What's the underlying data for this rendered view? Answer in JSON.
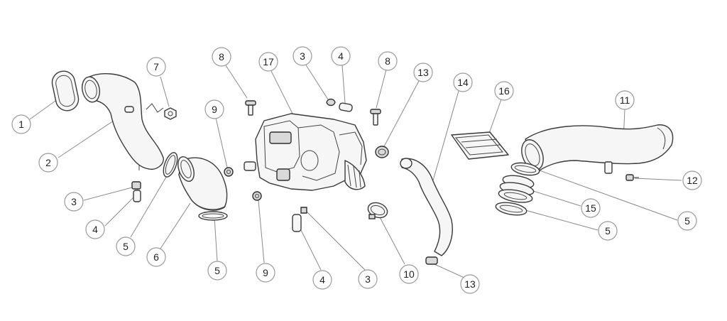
{
  "callouts": [
    {
      "id": "c1",
      "label": "1"
    },
    {
      "id": "c2",
      "label": "2"
    },
    {
      "id": "c3a",
      "label": "3"
    },
    {
      "id": "c4a",
      "label": "4"
    },
    {
      "id": "c5a",
      "label": "5"
    },
    {
      "id": "c6",
      "label": "6"
    },
    {
      "id": "c5b",
      "label": "5"
    },
    {
      "id": "c7",
      "label": "7"
    },
    {
      "id": "c8a",
      "label": "8"
    },
    {
      "id": "c9a",
      "label": "9"
    },
    {
      "id": "c9b",
      "label": "9"
    },
    {
      "id": "c17",
      "label": "17"
    },
    {
      "id": "c3b",
      "label": "3"
    },
    {
      "id": "c4b",
      "label": "4"
    },
    {
      "id": "c8b",
      "label": "8"
    },
    {
      "id": "c4c",
      "label": "4"
    },
    {
      "id": "c3c",
      "label": "3"
    },
    {
      "id": "c10",
      "label": "10"
    },
    {
      "id": "c13a",
      "label": "13"
    },
    {
      "id": "c13b",
      "label": "13"
    },
    {
      "id": "c14",
      "label": "14"
    },
    {
      "id": "c16",
      "label": "16"
    },
    {
      "id": "c11",
      "label": "11"
    },
    {
      "id": "c12",
      "label": "12"
    },
    {
      "id": "c5c",
      "label": "5"
    },
    {
      "id": "c15",
      "label": "15"
    },
    {
      "id": "c5d",
      "label": "5"
    }
  ]
}
